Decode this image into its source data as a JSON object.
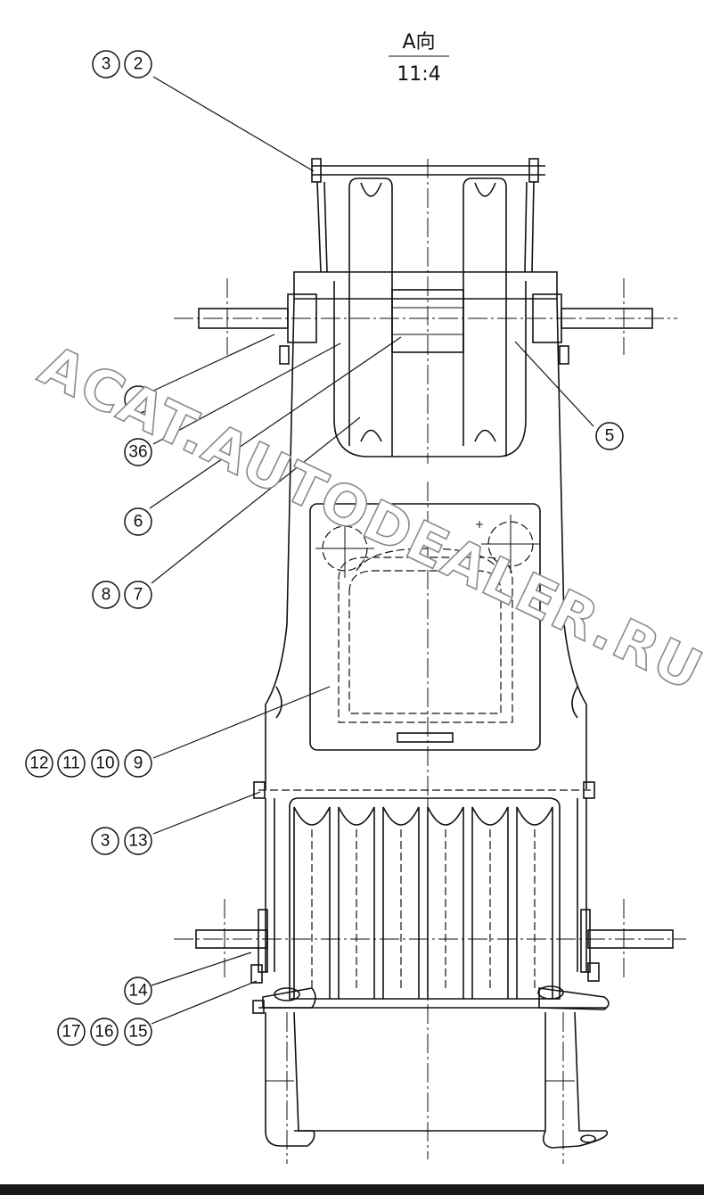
{
  "view": {
    "label": "A向",
    "scale": "11:4"
  },
  "callouts": [
    {
      "id": "c-3-2",
      "numbers": [
        "3",
        "2"
      ]
    },
    {
      "id": "c-4",
      "numbers": [
        "4"
      ]
    },
    {
      "id": "c-36",
      "numbers": [
        "36"
      ]
    },
    {
      "id": "c-5",
      "numbers": [
        "5"
      ]
    },
    {
      "id": "c-6",
      "numbers": [
        "6"
      ]
    },
    {
      "id": "c-8-7",
      "numbers": [
        "8",
        "7"
      ]
    },
    {
      "id": "c-12-11-10-9",
      "numbers": [
        "12",
        "11",
        "10",
        "9"
      ]
    },
    {
      "id": "c-3-13",
      "numbers": [
        "3",
        "13"
      ]
    },
    {
      "id": "c-14",
      "numbers": [
        "14"
      ]
    },
    {
      "id": "c-17-16-15",
      "numbers": [
        "17",
        "16",
        "15"
      ]
    }
  ],
  "watermark": "ACAT.AUTODEALER.RU",
  "colors": {
    "ink": "#111111",
    "watermark_outline": "#8a8a8a",
    "paper": "#ffffff"
  }
}
